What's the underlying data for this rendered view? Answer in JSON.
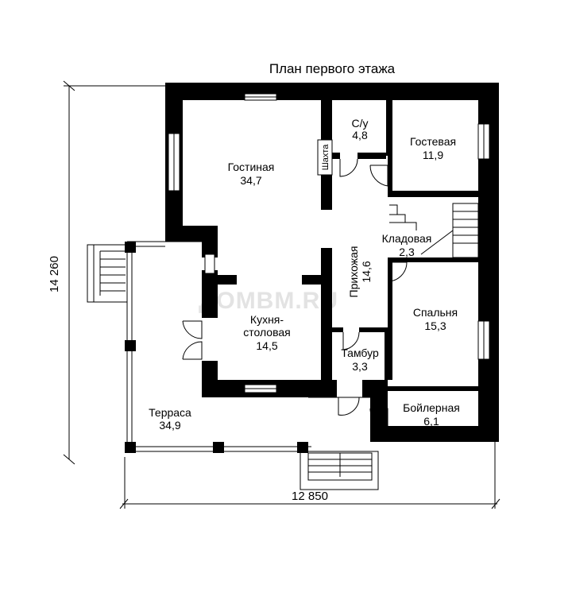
{
  "title": "План первого этажа",
  "watermark": "ДОМВМ.RU",
  "dimensions": {
    "width": "12 850",
    "height": "14 260"
  },
  "shaft": "Шахта",
  "rooms": {
    "living": {
      "name": "Гостиная",
      "area": "34,7"
    },
    "wc": {
      "name": "С/у",
      "area": "4,8"
    },
    "guest": {
      "name": "Гостевая",
      "area": "11,9"
    },
    "storage": {
      "name": "Кладовая",
      "area": "2,3"
    },
    "hall": {
      "name": "Прихожая",
      "area": "14,6"
    },
    "kitchen": {
      "name": "Кухня-",
      "name2": "столовая",
      "area": "14,5"
    },
    "bedroom": {
      "name": "Спальня",
      "area": "15,3"
    },
    "vestibule": {
      "name": "Тамбур",
      "area": "3,3"
    },
    "terrace": {
      "name": "Терраса",
      "area": "34,9"
    },
    "boiler": {
      "name": "Бойлерная",
      "area": "6,1"
    }
  }
}
